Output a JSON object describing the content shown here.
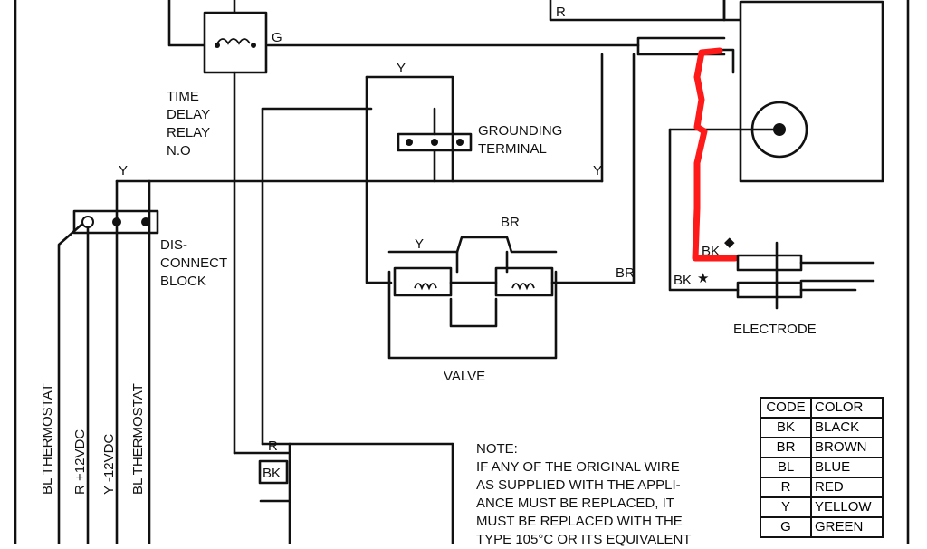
{
  "labels": {
    "time_delay_relay": [
      "TIME",
      "DELAY",
      "RELAY",
      "N.O"
    ],
    "grounding_terminal": [
      "GROUNDING",
      "TERMINAL"
    ],
    "disconnect_block": [
      "DIS-",
      "CONNECT",
      "BLOCK"
    ],
    "valve": "VALVE",
    "electrode": "ELECTRODE",
    "thermostat_wires": [
      "BL THERMOSTAT",
      "R +12VDC",
      "Y -12VDC",
      "BL THERMOSTAT"
    ]
  },
  "wire_labels": {
    "r_top": "R",
    "g_relay": "G",
    "y_top": "Y",
    "y_left": "Y",
    "y_right": "Y",
    "br_top": "BR",
    "y_valve": "Y",
    "br_right": "BR",
    "bk_diamond": "BK",
    "bk_star": "BK",
    "r_bottom": "R",
    "bk_bottom": "BK"
  },
  "symbols": {
    "diamond": "◆",
    "star": "★"
  },
  "note": {
    "title": "NOTE:",
    "body": "IF ANY OF THE ORIGINAL WIRE\nAS SUPPLIED WITH THE APPLI-\nANCE MUST BE REPLACED, IT\nMUST BE REPLACED WITH THE\nTYPE 105°C OR ITS EQUIVALENT"
  },
  "code_table": {
    "headers": [
      "CODE",
      "COLOR"
    ],
    "rows": [
      [
        "BK",
        "BLACK"
      ],
      [
        "BR",
        "BROWN"
      ],
      [
        "BL",
        "BLUE"
      ],
      [
        "R",
        "RED"
      ],
      [
        "Y",
        "YELLOW"
      ],
      [
        "G",
        "GREEN"
      ]
    ]
  },
  "colors": {
    "ink": "#111111",
    "highlight": "#ff1a1a",
    "paper": "#ffffff"
  }
}
